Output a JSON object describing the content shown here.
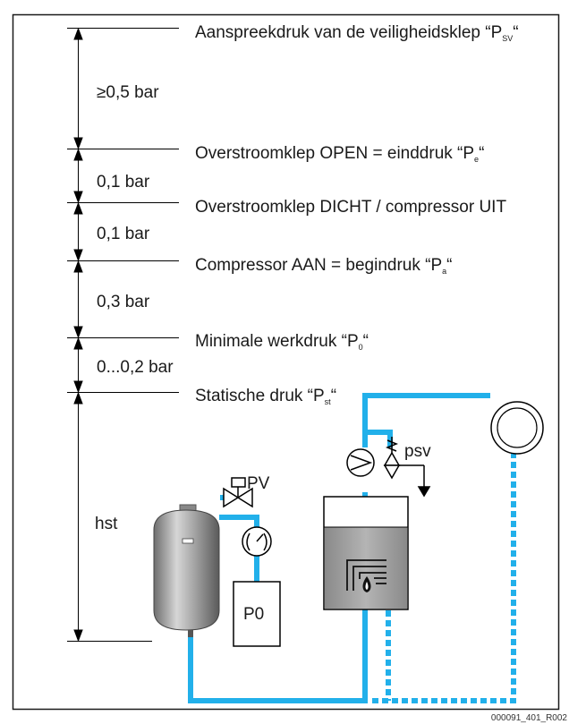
{
  "levels": [
    {
      "text": "Aanspreekdruk van de veiligheidsklep  “P",
      "sub": "SV",
      "tail": "“"
    },
    {
      "text": "Overstroomklep OPEN = einddruk  “P",
      "sub": "e",
      "tail": "“"
    },
    {
      "text": "Overstroomklep DICHT / compressor UIT",
      "sub": "",
      "tail": ""
    },
    {
      "text": "Compressor AAN = begindruk “P",
      "sub": "a",
      "tail": "“"
    },
    {
      "text": "Minimale werkdruk “P",
      "sub": "0",
      "tail": "“"
    },
    {
      "text": "Statische druk “P",
      "sub": "st",
      "tail": "“"
    }
  ],
  "intervals": [
    "≥0,5 bar",
    "0,1 bar",
    "0,1 bar",
    "0,3 bar",
    "0...0,2 bar"
  ],
  "hst_label": "hst",
  "components": {
    "pv_label": "PV",
    "psv_label": "psv",
    "p0_label": "P0"
  },
  "reference": "000091_401_R002",
  "colors": {
    "pipe": "#22b0ea",
    "line": "#000000",
    "frame": "#1a1a1a"
  }
}
